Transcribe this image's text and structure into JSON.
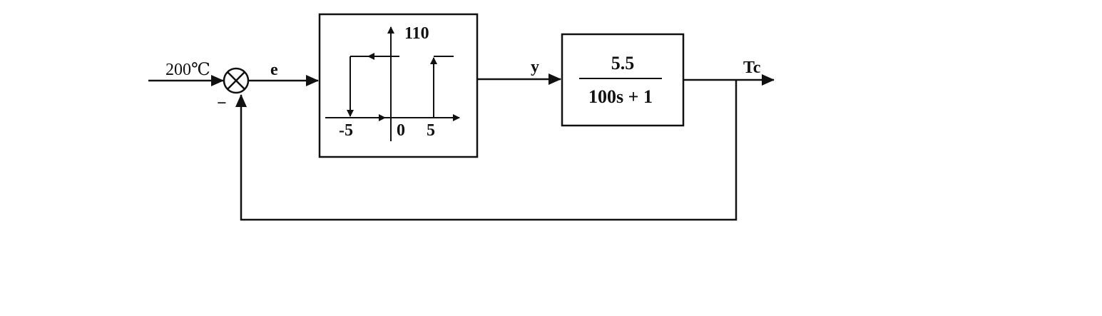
{
  "input": {
    "label": "200℃"
  },
  "summing_junction": {
    "feedback_sign": "−"
  },
  "signals": {
    "error": "e",
    "controller_output": "y",
    "output": "Tc"
  },
  "relay": {
    "output_label": "110",
    "threshold_low": "-5",
    "origin": "0",
    "threshold_high": "5"
  },
  "plant": {
    "numerator": "5.5",
    "denominator": "100s + 1"
  }
}
